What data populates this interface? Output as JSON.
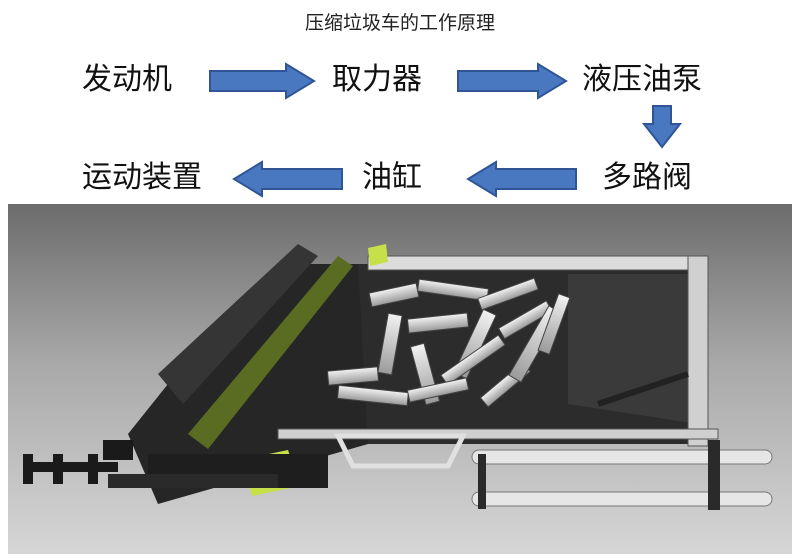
{
  "title": "压缩垃圾车的工作原理",
  "flow": {
    "engine": "发动机",
    "pto": "取力器",
    "pump": "液压油泵",
    "valve": "多路阀",
    "cylinder": "油缸",
    "motion": "运动装置"
  },
  "colors": {
    "arrow_fill": "#4a78c0",
    "arrow_stroke": "#2f5597",
    "accent_green": "#a8c43a"
  },
  "photo": {
    "icon": "garbage-compactor-truck-cutaway"
  }
}
